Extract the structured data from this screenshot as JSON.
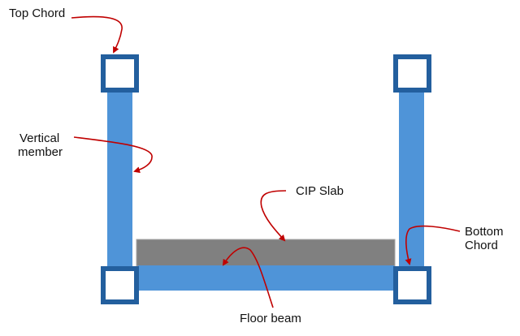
{
  "labels": {
    "top_chord": "Top Chord",
    "vertical_member_line1": "Vertical",
    "vertical_member_line2": "member",
    "cip_slab": "CIP Slab",
    "bottom_chord_line1": "Bottom",
    "bottom_chord_line2": "Chord",
    "floor_beam": "Floor beam"
  },
  "colors": {
    "chord": "#235F9E",
    "member": "#4F94D8",
    "slab": "#808080",
    "arrow": "#C00000"
  }
}
